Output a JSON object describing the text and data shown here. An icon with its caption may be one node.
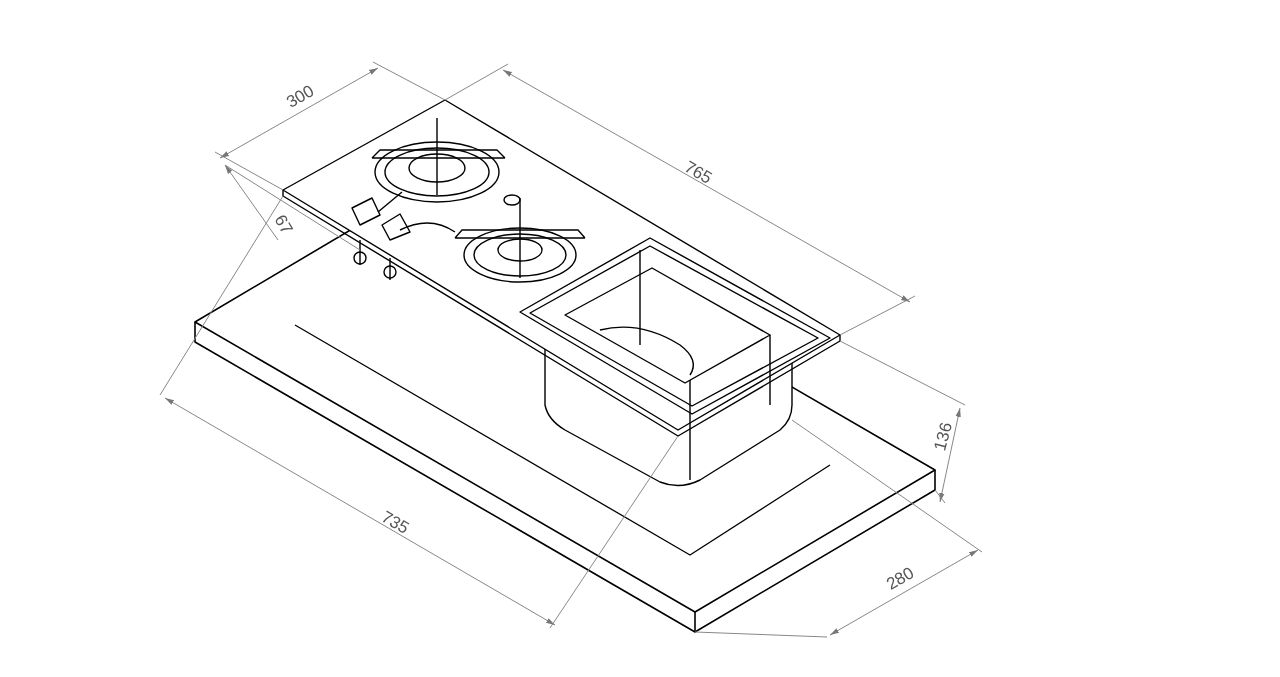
{
  "diagram": {
    "labels": [
      "300",
      "765",
      "67",
      "136",
      "735",
      "280"
    ]
  }
}
